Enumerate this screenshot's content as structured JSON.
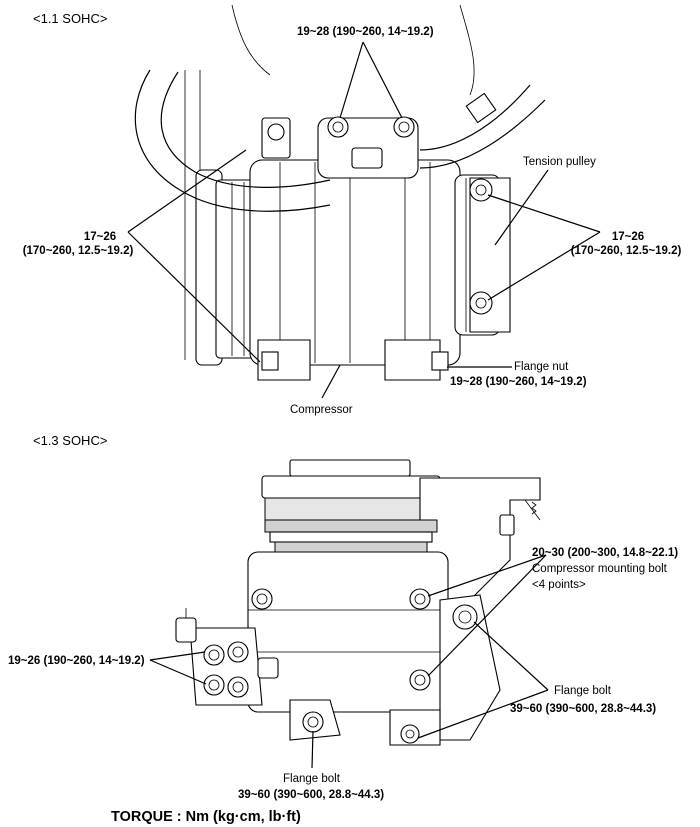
{
  "sections": {
    "top_title": "<1.1 SOHC>",
    "bottom_title": "<1.3 SOHC>"
  },
  "top_diagram": {
    "labels": {
      "top_bolts_torque": "19~28 (190~260, 14~19.2)",
      "left_bolts_torque_line1": "17~26",
      "left_bolts_torque_line2": "(170~260, 12.5~19.2)",
      "tension_pulley": "Tension pulley",
      "right_bolts_torque_line1": "17~26",
      "right_bolts_torque_line2": "(170~260, 12.5~19.2)",
      "flange_nut": "Flange nut",
      "flange_nut_torque": "19~28 (190~260, 14~19.2)",
      "compressor": "Compressor"
    }
  },
  "bottom_diagram": {
    "labels": {
      "mount_bolt_torque": "20~30 (200~300, 14.8~22.1)",
      "mount_bolt_name": "Compressor mounting bolt",
      "mount_bolt_points": "<4 points>",
      "left_bolts_torque": "19~26 (190~260, 14~19.2)",
      "flange_bolt_right": "Flange bolt",
      "flange_bolt_right_torque": "39~60 (390~600, 28.8~44.3)",
      "flange_bolt_bottom": "Flange bolt",
      "flange_bolt_bottom_torque": "39~60 (390~600, 28.8~44.3)"
    }
  },
  "footer": {
    "torque_units": "TORQUE : Nm (kg·cm, lb·ft)"
  }
}
